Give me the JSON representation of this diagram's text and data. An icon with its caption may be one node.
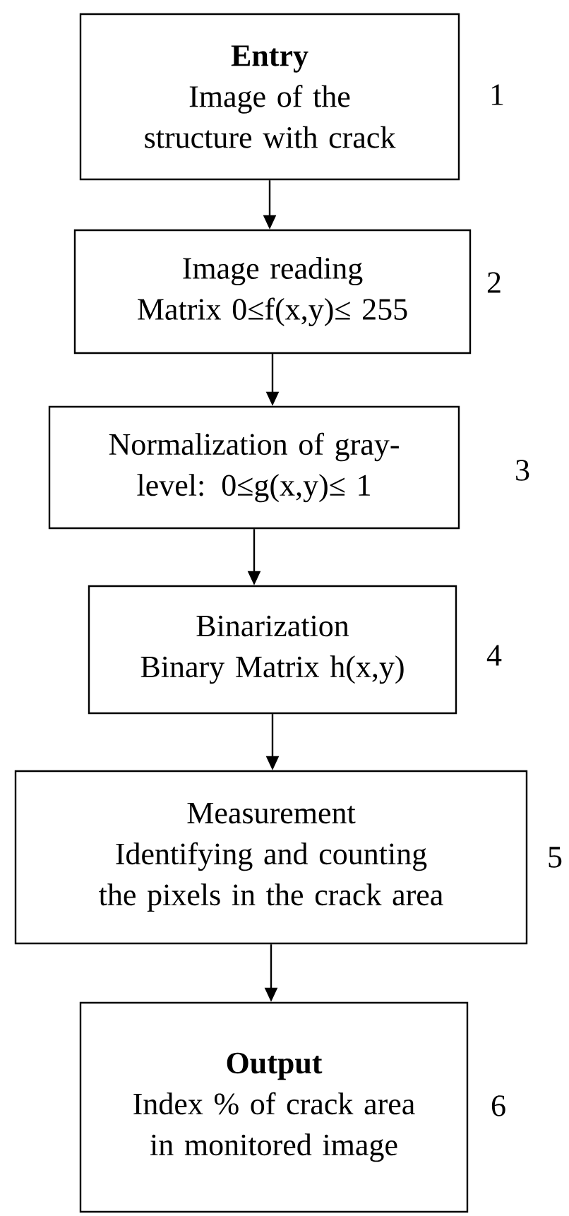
{
  "diagram": {
    "nodes": [
      {
        "text": [
          "Entry",
          "Image of the structure with crack"
        ],
        "beside": [
          "1"
        ]
      },
      {
        "text": [
          "Image reading",
          "Matrix 0≤f(x,y)≤ 255"
        ],
        "beside": [
          "2"
        ]
      },
      {
        "text": [
          "Normalization of gray-level: 0≤g(x,y)≤ 1"
        ],
        "beside": [
          "3"
        ]
      },
      {
        "text": [
          "Binarization",
          "Binary Matrix h(x,y)"
        ],
        "beside": [
          "4"
        ]
      },
      {
        "text": [
          "Measurement",
          "Identifying and counting the pixels in the crack area"
        ],
        "beside": [
          "5"
        ]
      },
      {
        "text": [
          "Output",
          "Index % of crack area in monitored image"
        ],
        "beside": [
          "6"
        ]
      }
    ],
    "edges": [
      {
        "from": 0,
        "to": 1,
        "arrow": "to"
      },
      {
        "from": 1,
        "to": 2,
        "arrow": "to"
      },
      {
        "from": 2,
        "to": 3,
        "arrow": "to"
      },
      {
        "from": 3,
        "to": 4,
        "arrow": "to"
      },
      {
        "from": 4,
        "to": 5,
        "arrow": "to"
      }
    ]
  }
}
